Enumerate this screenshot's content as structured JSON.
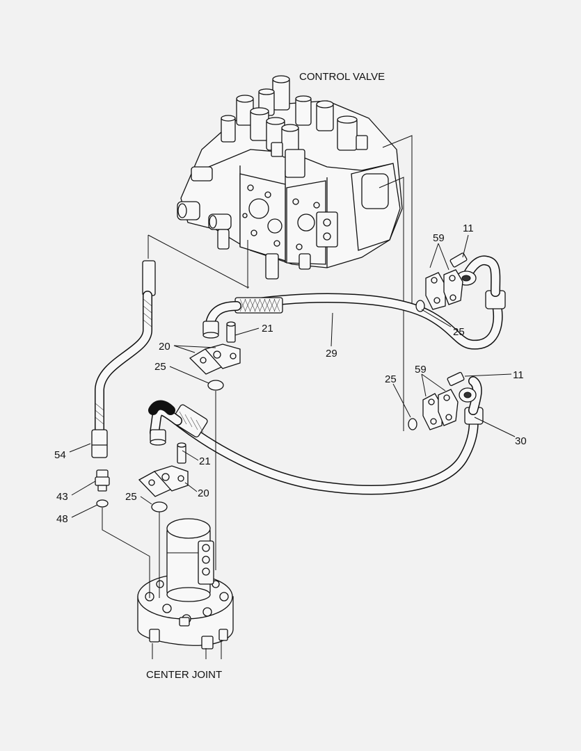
{
  "assemblies": {
    "control_valve": "CONTROL VALVE",
    "center_joint": "CENTER JOINT"
  },
  "callouts": {
    "c11_top": "11",
    "c59_top": "59",
    "c25_top_right": "25",
    "c21_top": "21",
    "c20_top": "20",
    "c29": "29",
    "c25_left": "25",
    "c25_mid": "25",
    "c59_mid": "59",
    "c11_mid": "11",
    "c30": "30",
    "c54": "54",
    "c21_low": "21",
    "c43": "43",
    "c25_low": "25",
    "c20_low": "20",
    "c48": "48"
  }
}
